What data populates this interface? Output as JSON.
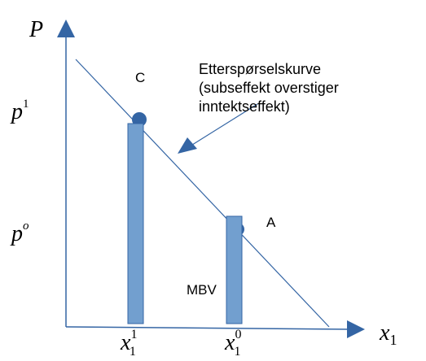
{
  "axes": {
    "y_label": "P",
    "x_label_main": "x",
    "x_label_sub": "1"
  },
  "price_levels": {
    "p1_base": "p",
    "p1_sup": "1",
    "p0_base": "p",
    "p0_sup": "o"
  },
  "quantities": {
    "x1_base": "x",
    "x1_sub": "1",
    "x1_sup": "1",
    "x0_base": "x",
    "x0_sub": "1",
    "x0_sup": "0"
  },
  "points": {
    "c": "C",
    "a": "A"
  },
  "labels": {
    "mbv": "MBV",
    "demand_line1": "Etterspørselskurve",
    "demand_line2": "(subseffekt overstiger",
    "demand_line3": "inntektseffekt)"
  },
  "colors": {
    "axis": "#3465a4",
    "curve": "#3465a4",
    "bar_fill": "#729fcf",
    "bar_stroke": "#3465a4",
    "point": "#3465a4"
  }
}
